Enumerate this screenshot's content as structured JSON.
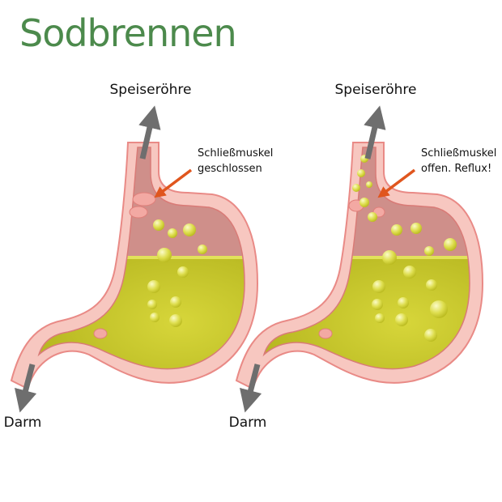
{
  "title": "Sodbrennen",
  "colors": {
    "title": "#4c8a4c",
    "stomach_wall": "#f7c7c0",
    "wall_outline": "#e98a86",
    "lumen_air": "#cf8f8a",
    "acid": "#c9cc1c",
    "arrow_gray": "#707070",
    "pointer_orange": "#e0561e"
  },
  "panels": [
    {
      "id": "closed",
      "top_label": "Speiseröhre",
      "bottom_label": "Darm",
      "annotation": [
        "Schließmuskel",
        "geschlossen"
      ]
    },
    {
      "id": "reflux",
      "top_label": "Speiseröhre",
      "bottom_label": "Darm",
      "annotation": [
        "Schließmuskel",
        "offen. Reflux!"
      ]
    }
  ]
}
